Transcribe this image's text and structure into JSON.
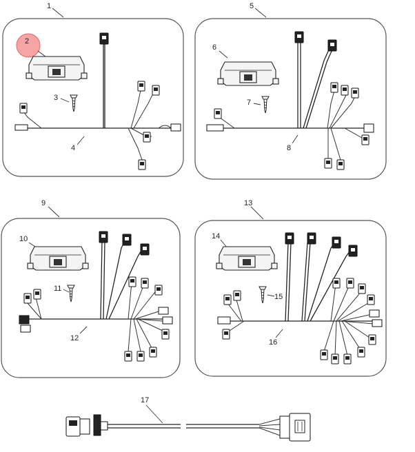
{
  "diagram": {
    "labels": {
      "l1": "1",
      "l2": "2",
      "l3": "3",
      "l4": "4",
      "l5": "5",
      "l6": "6",
      "l7": "7",
      "l8": "8",
      "l9": "9",
      "l10": "10",
      "l11": "11",
      "l12": "12",
      "l13": "13",
      "l14": "14",
      "l15": "15",
      "l16": "16",
      "l17": "17"
    },
    "highlight_color": "#f6a5a5"
  }
}
